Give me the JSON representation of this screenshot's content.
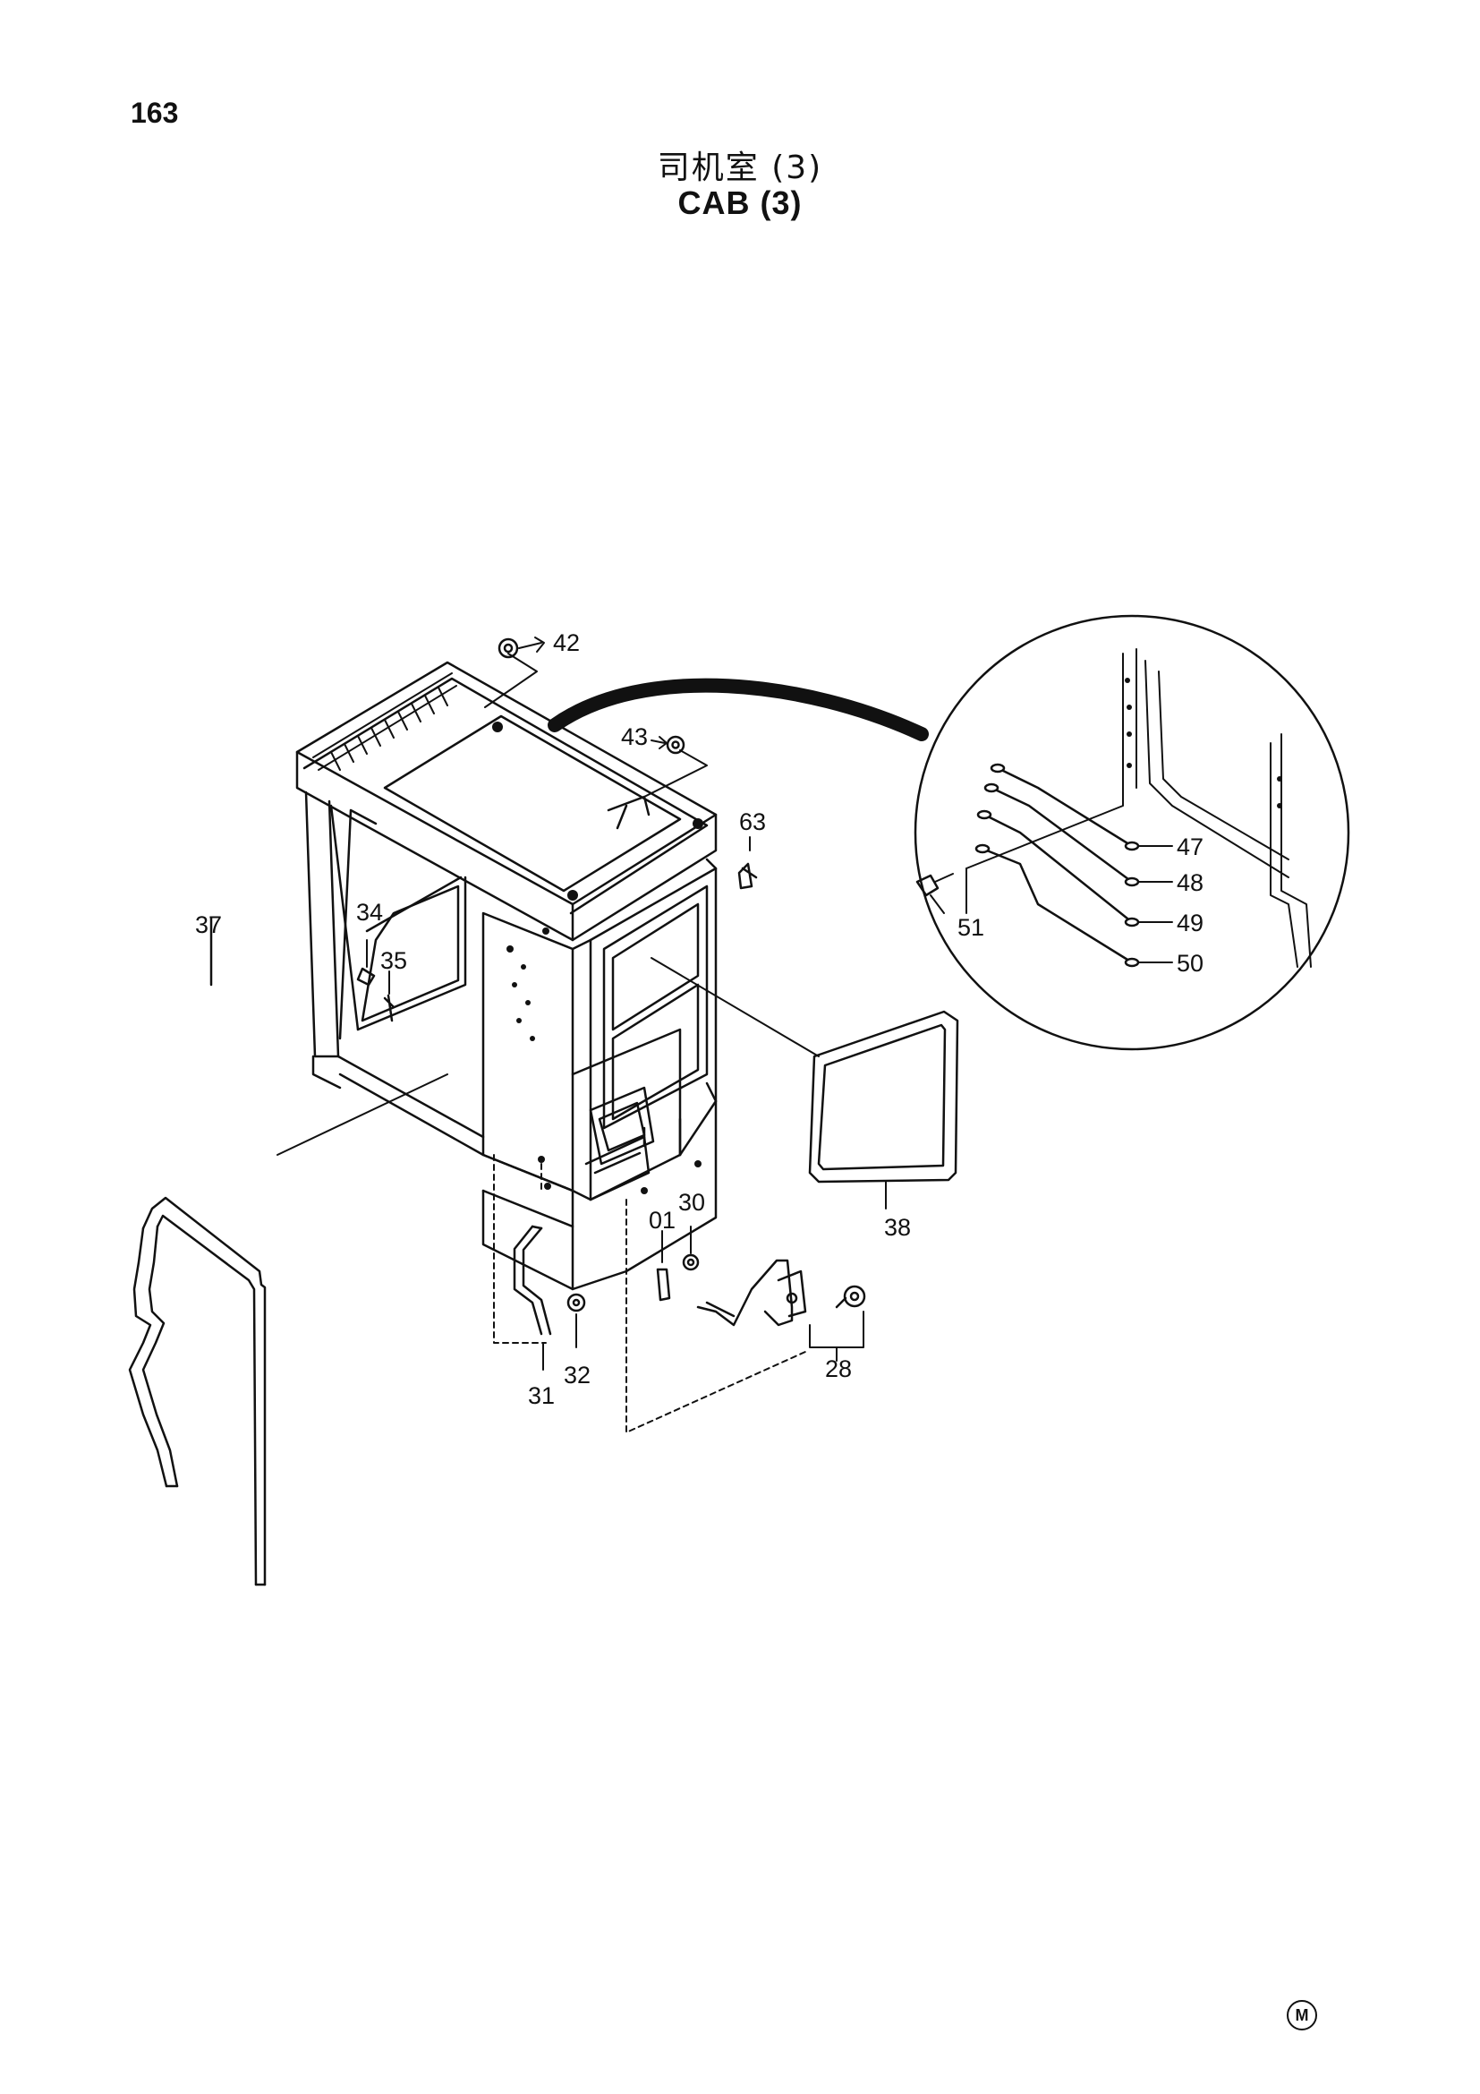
{
  "header": {
    "page_number": "163",
    "title_cn": "司机室 (3)",
    "title_en": "CAB (3)"
  },
  "callouts": {
    "c42": "42",
    "c43": "43",
    "c63": "63",
    "c37": "37",
    "c34": "34",
    "c35": "35",
    "c38": "38",
    "c01": "01",
    "c30": "30",
    "c31": "31",
    "c32": "32",
    "c28": "28",
    "c47": "47",
    "c48": "48",
    "c49": "49",
    "c50": "50",
    "c51": "51"
  },
  "footer": {
    "mark": "M"
  }
}
